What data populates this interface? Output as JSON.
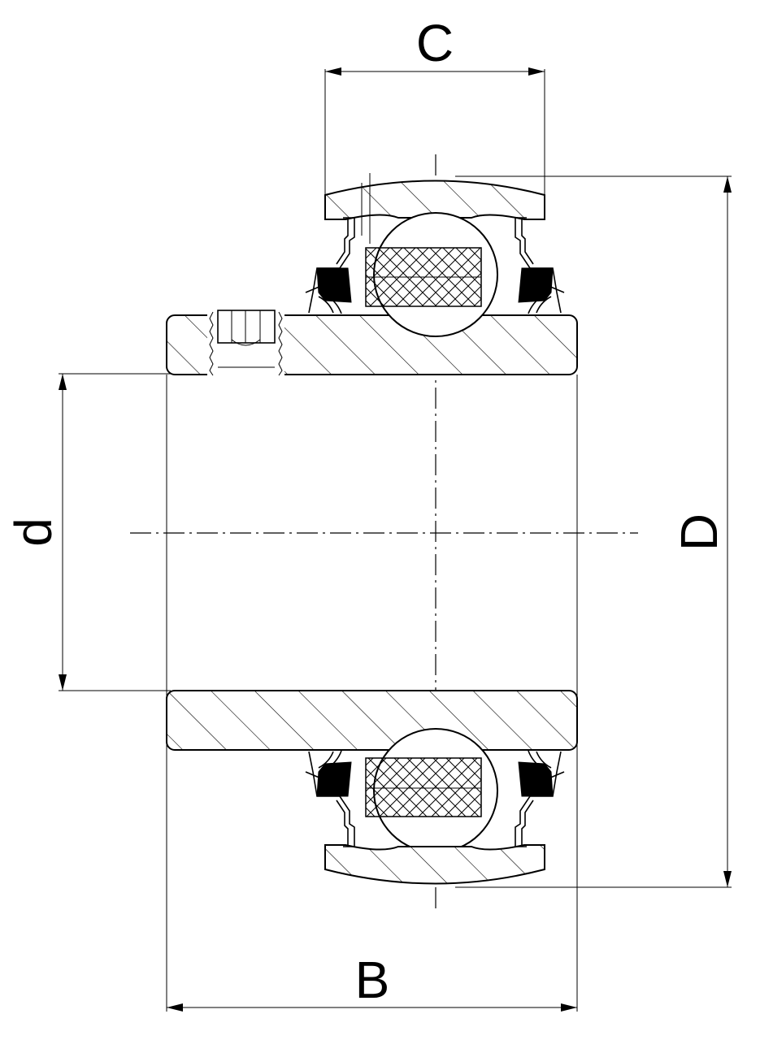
{
  "labels": {
    "C": "C",
    "D": "D",
    "d": "d",
    "B": "B"
  },
  "colors": {
    "line": "#000000",
    "background": "#ffffff"
  }
}
